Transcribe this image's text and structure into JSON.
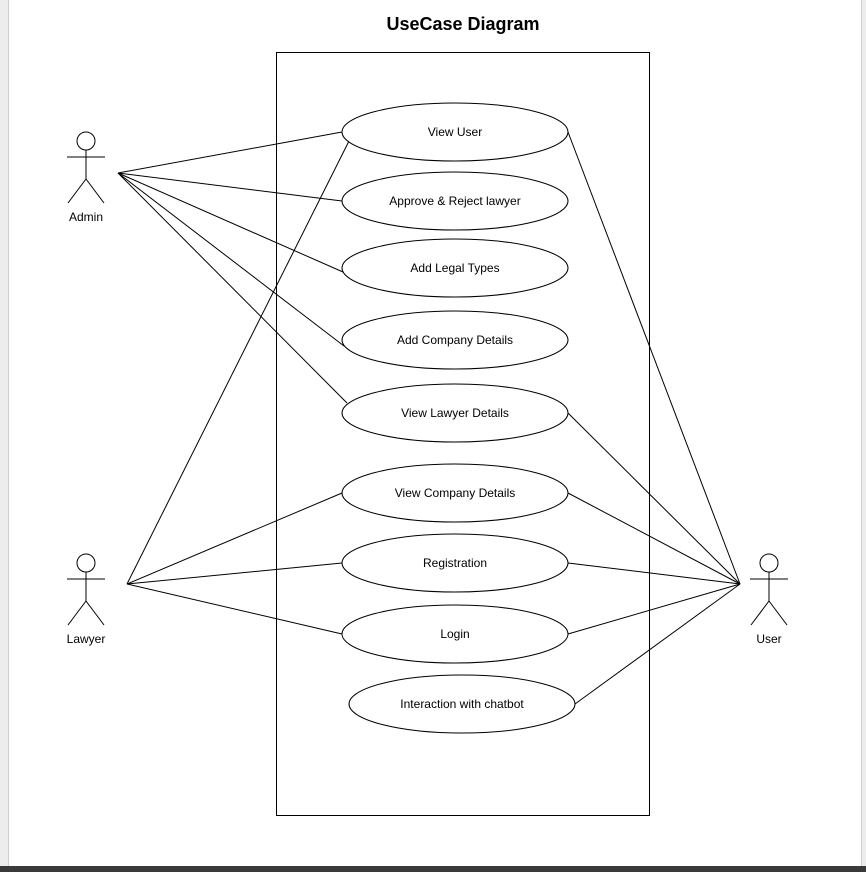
{
  "title": "UseCase Diagram",
  "colors": {
    "stroke": "#000000",
    "background": "#ffffff"
  },
  "actors": [
    {
      "id": "admin",
      "label": "Admin"
    },
    {
      "id": "lawyer",
      "label": "Lawyer"
    },
    {
      "id": "user",
      "label": "User"
    }
  ],
  "use_cases": [
    {
      "id": "view-user",
      "label": "View User"
    },
    {
      "id": "approve-reject-lawyer",
      "label": "Approve & Reject lawyer"
    },
    {
      "id": "add-legal-types",
      "label": "Add Legal Types"
    },
    {
      "id": "add-company-details",
      "label": "Add Company Details"
    },
    {
      "id": "view-lawyer-details",
      "label": "View Lawyer Details"
    },
    {
      "id": "view-company-details",
      "label": "View Company Details"
    },
    {
      "id": "registration",
      "label": "Registration"
    },
    {
      "id": "login",
      "label": "Login"
    },
    {
      "id": "interaction-with-chatbot",
      "label": "Interaction with chatbot"
    }
  ],
  "associations": [
    {
      "actor": "admin",
      "use_case": "view-user"
    },
    {
      "actor": "admin",
      "use_case": "approve-reject-lawyer"
    },
    {
      "actor": "admin",
      "use_case": "add-legal-types"
    },
    {
      "actor": "admin",
      "use_case": "add-company-details"
    },
    {
      "actor": "admin",
      "use_case": "view-lawyer-details"
    },
    {
      "actor": "lawyer",
      "use_case": "view-user"
    },
    {
      "actor": "lawyer",
      "use_case": "view-company-details"
    },
    {
      "actor": "lawyer",
      "use_case": "registration"
    },
    {
      "actor": "lawyer",
      "use_case": "login"
    },
    {
      "actor": "user",
      "use_case": "view-user"
    },
    {
      "actor": "user",
      "use_case": "view-lawyer-details"
    },
    {
      "actor": "user",
      "use_case": "view-company-details"
    },
    {
      "actor": "user",
      "use_case": "registration"
    },
    {
      "actor": "user",
      "use_case": "login"
    },
    {
      "actor": "user",
      "use_case": "interaction-with-chatbot"
    }
  ]
}
